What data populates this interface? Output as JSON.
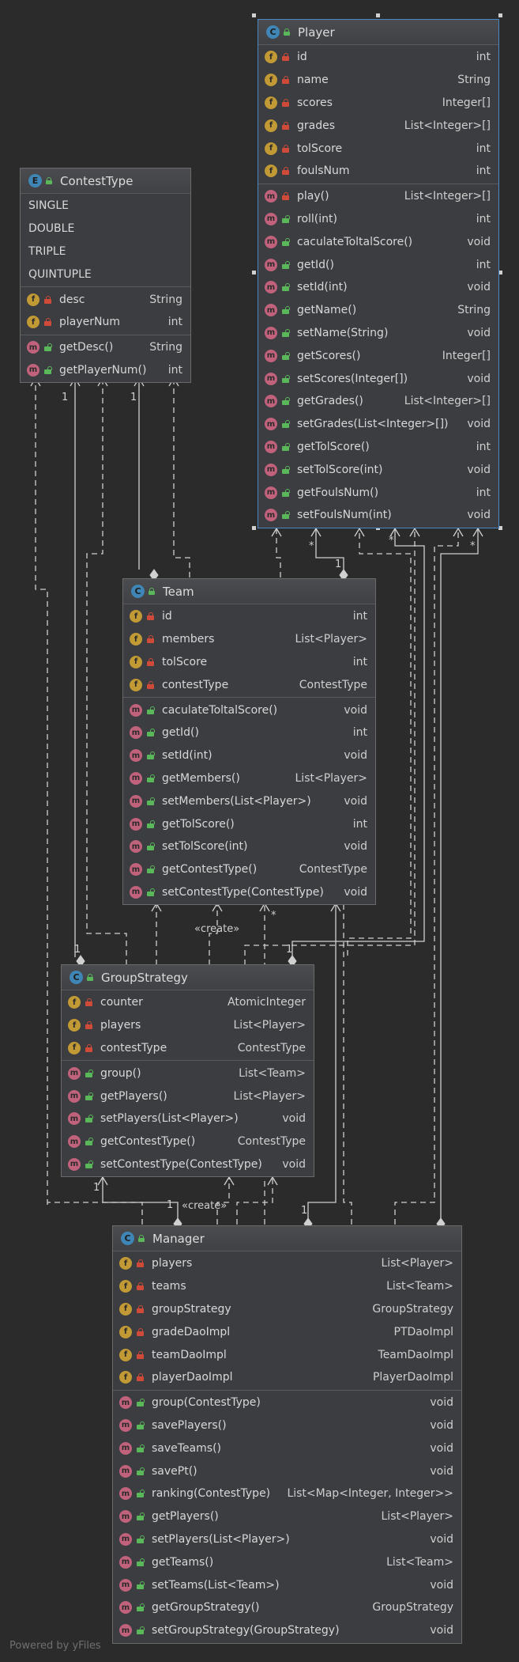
{
  "classes": {
    "player": {
      "kind": "C",
      "name": "Player",
      "fields": [
        {
          "name": "id",
          "type": "int"
        },
        {
          "name": "name",
          "type": "String"
        },
        {
          "name": "scores",
          "type": "Integer[]"
        },
        {
          "name": "grades",
          "type": "List<Integer>[]"
        },
        {
          "name": "tolScore",
          "type": "int"
        },
        {
          "name": "foulsNum",
          "type": "int"
        }
      ],
      "methods": [
        {
          "name": "play()",
          "type": "List<Integer>[]",
          "vis": "priv"
        },
        {
          "name": "roll(int)",
          "type": "int",
          "vis": "pub"
        },
        {
          "name": "caculateToltalScore()",
          "type": "void",
          "vis": "pub"
        },
        {
          "name": "getId()",
          "type": "int",
          "vis": "pub"
        },
        {
          "name": "setId(int)",
          "type": "void",
          "vis": "pub"
        },
        {
          "name": "getName()",
          "type": "String",
          "vis": "pub"
        },
        {
          "name": "setName(String)",
          "type": "void",
          "vis": "pub"
        },
        {
          "name": "getScores()",
          "type": "Integer[]",
          "vis": "pub"
        },
        {
          "name": "setScores(Integer[])",
          "type": "void",
          "vis": "pub"
        },
        {
          "name": "getGrades()",
          "type": "List<Integer>[]",
          "vis": "pub"
        },
        {
          "name": "setGrades(List<Integer>[])",
          "type": "void",
          "vis": "pub"
        },
        {
          "name": "getTolScore()",
          "type": "int",
          "vis": "pub"
        },
        {
          "name": "setTolScore(int)",
          "type": "void",
          "vis": "pub"
        },
        {
          "name": "getFoulsNum()",
          "type": "int",
          "vis": "pub"
        },
        {
          "name": "setFoulsNum(int)",
          "type": "void",
          "vis": "pub"
        }
      ]
    },
    "contestType": {
      "kind": "E",
      "name": "ContestType",
      "constants": [
        "SINGLE",
        "DOUBLE",
        "TRIPLE",
        "QUINTUPLE"
      ],
      "fields": [
        {
          "name": "desc",
          "type": "String"
        },
        {
          "name": "playerNum",
          "type": "int"
        }
      ],
      "methods": [
        {
          "name": "getDesc()",
          "type": "String",
          "vis": "pub"
        },
        {
          "name": "getPlayerNum()",
          "type": "int",
          "vis": "pub"
        }
      ]
    },
    "team": {
      "kind": "C",
      "name": "Team",
      "fields": [
        {
          "name": "id",
          "type": "int"
        },
        {
          "name": "members",
          "type": "List<Player>"
        },
        {
          "name": "tolScore",
          "type": "int"
        },
        {
          "name": "contestType",
          "type": "ContestType"
        }
      ],
      "methods": [
        {
          "name": "caculateToltalScore()",
          "type": "void",
          "vis": "pub"
        },
        {
          "name": "getId()",
          "type": "int",
          "vis": "pub"
        },
        {
          "name": "setId(int)",
          "type": "void",
          "vis": "pub"
        },
        {
          "name": "getMembers()",
          "type": "List<Player>",
          "vis": "pub"
        },
        {
          "name": "setMembers(List<Player>)",
          "type": "void",
          "vis": "pub"
        },
        {
          "name": "getTolScore()",
          "type": "int",
          "vis": "pub"
        },
        {
          "name": "setTolScore(int)",
          "type": "void",
          "vis": "pub"
        },
        {
          "name": "getContestType()",
          "type": "ContestType",
          "vis": "pub"
        },
        {
          "name": "setContestType(ContestType)",
          "type": "void",
          "vis": "pub"
        }
      ]
    },
    "groupStrategy": {
      "kind": "C",
      "name": "GroupStrategy",
      "fields": [
        {
          "name": "counter",
          "type": "AtomicInteger"
        },
        {
          "name": "players",
          "type": "List<Player>"
        },
        {
          "name": "contestType",
          "type": "ContestType"
        }
      ],
      "methods": [
        {
          "name": "group()",
          "type": "List<Team>",
          "vis": "pub"
        },
        {
          "name": "getPlayers()",
          "type": "List<Player>",
          "vis": "pub"
        },
        {
          "name": "setPlayers(List<Player>)",
          "type": "void",
          "vis": "pub"
        },
        {
          "name": "getContestType()",
          "type": "ContestType",
          "vis": "pub"
        },
        {
          "name": "setContestType(ContestType)",
          "type": "void",
          "vis": "pub"
        }
      ]
    },
    "manager": {
      "kind": "C",
      "name": "Manager",
      "fields": [
        {
          "name": "players",
          "type": "List<Player>"
        },
        {
          "name": "teams",
          "type": "List<Team>"
        },
        {
          "name": "groupStrategy",
          "type": "GroupStrategy"
        },
        {
          "name": "gradeDaoImpl",
          "type": "PTDaoImpl"
        },
        {
          "name": "teamDaoImpl",
          "type": "TeamDaoImpl"
        },
        {
          "name": "playerDaoImpl",
          "type": "PlayerDaoImpl"
        }
      ],
      "methods": [
        {
          "name": "group(ContestType)",
          "type": "void",
          "vis": "pub"
        },
        {
          "name": "savePlayers()",
          "type": "void",
          "vis": "pub"
        },
        {
          "name": "saveTeams()",
          "type": "void",
          "vis": "pub"
        },
        {
          "name": "savePt()",
          "type": "void",
          "vis": "pub"
        },
        {
          "name": "ranking(ContestType)",
          "type": "List<Map<Integer, Integer>>",
          "vis": "pub"
        },
        {
          "name": "getPlayers()",
          "type": "List<Player>",
          "vis": "pub"
        },
        {
          "name": "setPlayers(List<Player>)",
          "type": "void",
          "vis": "pub"
        },
        {
          "name": "getTeams()",
          "type": "List<Team>",
          "vis": "pub"
        },
        {
          "name": "setTeams(List<Team>)",
          "type": "void",
          "vis": "pub"
        },
        {
          "name": "getGroupStrategy()",
          "type": "GroupStrategy",
          "vis": "pub"
        },
        {
          "name": "setGroupStrategy(GroupStrategy)",
          "type": "void",
          "vis": "pub"
        }
      ]
    }
  },
  "labels": {
    "create1": "«create»",
    "create2": "«create»",
    "one": "1",
    "star": "*"
  },
  "footer": "Powered by yFiles"
}
